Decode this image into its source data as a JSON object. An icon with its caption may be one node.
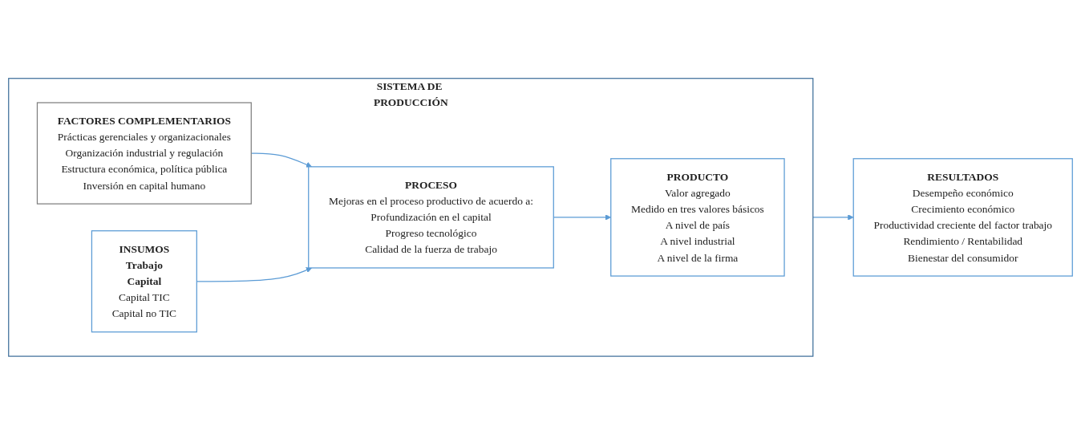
{
  "diagram": {
    "nodes": [
      {
        "text": [
          "SISTEMA DE PRODUCCIÓN"
        ]
      },
      {
        "text": [
          "FACTORES COMPLEMENTARIOS",
          "Prácticas gerenciales y organizacionales",
          "Organización industrial y regulación",
          "Estructura económica, política pública",
          "Inversión en capital humano"
        ],
        "in": 0
      },
      {
        "text": [
          "INSUMOS",
          "Trabajo",
          "Capital",
          "Capital TIC",
          "Capital no TIC"
        ],
        "in": 0
      },
      {
        "text": [
          "PROCESO",
          "Mejoras en el proceso productivo de acuerdo a:",
          "Profundización en el capital",
          "Progreso tecnológico",
          "Calidad de la fuerza de trabajo"
        ],
        "in": 0
      },
      {
        "text": [
          "PRODUCTO",
          "Valor agregado",
          "Medido en tres valores básicos",
          "A nivel de país",
          "A nivel industrial",
          "A nivel de la firma"
        ],
        "in": 0
      },
      {
        "text": [
          "RESULTADOS",
          "Desempeño económico",
          "Crecimiento económico",
          "Productividad creciente del factor trabajo",
          "Rendimiento / Rentabilidad",
          "Bienestar del consumidor"
        ]
      }
    ],
    "edges": [
      {
        "from": 1,
        "to": 3,
        "arrow": "to"
      },
      {
        "from": 2,
        "to": 3,
        "arrow": "to"
      },
      {
        "from": 3,
        "to": 4,
        "arrow": "to"
      },
      {
        "from": 0,
        "to": 5,
        "arrow": "to"
      }
    ]
  }
}
